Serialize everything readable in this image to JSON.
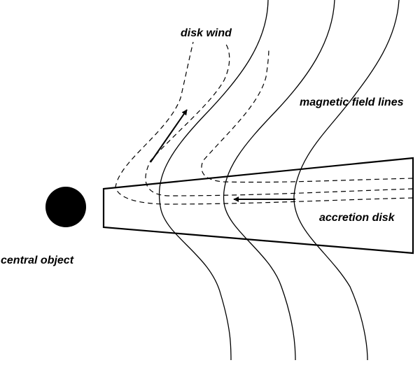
{
  "labels": {
    "disk_wind": "disk wind",
    "magnetic_field_lines": "magnetic field lines",
    "accretion_disk": "accretion disk",
    "central_object": "central object"
  },
  "colors": {
    "ink": "#000000",
    "background": "#ffffff"
  }
}
